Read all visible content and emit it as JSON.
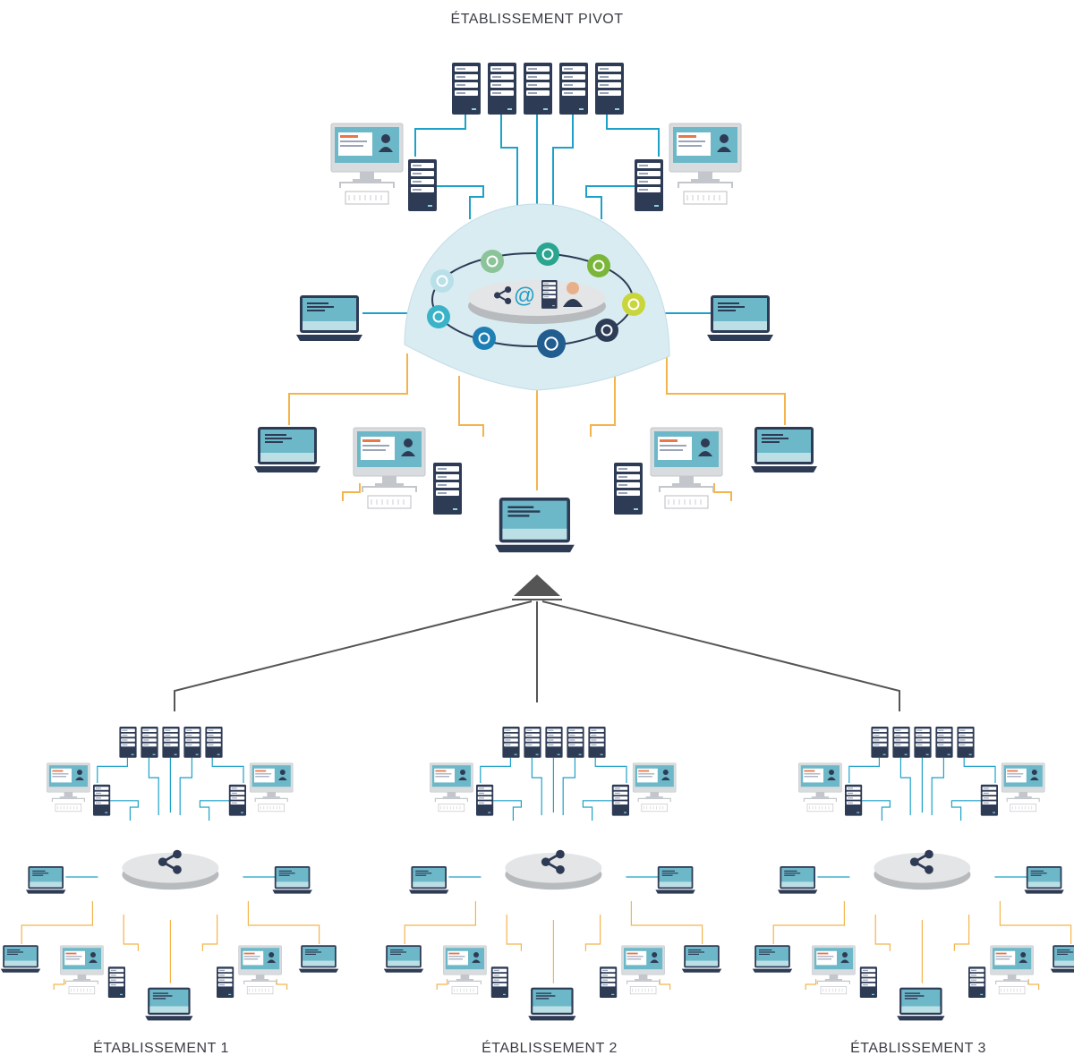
{
  "titles": {
    "pivot": "ÉTABLISSEMENT PIVOT",
    "e1": "ÉTABLISSEMENT 1",
    "e2": "ÉTABLISSEMENT 2",
    "e3": "ÉTABLISSEMENT 3"
  },
  "colors": {
    "blue_link": "#1ea1c8",
    "orange_link": "#f4b44c",
    "server": "#2e3b55",
    "screen": "#6cb8c8",
    "dome": "#d8ecf2",
    "hierarchy_line": "#555555"
  },
  "hub_icons": [
    {
      "name": "alert-icon",
      "color": "#8cc49a"
    },
    {
      "name": "forward-icon",
      "color": "#2aa58f"
    },
    {
      "name": "search-icon",
      "color": "#7ab63a"
    },
    {
      "name": "email-icon",
      "color": "#b9dfe8"
    },
    {
      "name": "book-icon",
      "color": "#c8d63a"
    },
    {
      "name": "redo-icon",
      "color": "#3ab3c9"
    },
    {
      "name": "handshake-icon",
      "color": "#2f3c57"
    },
    {
      "name": "glasses-icon",
      "color": "#1e7fb5"
    },
    {
      "name": "sync-icon",
      "color": "#215d8f"
    }
  ]
}
